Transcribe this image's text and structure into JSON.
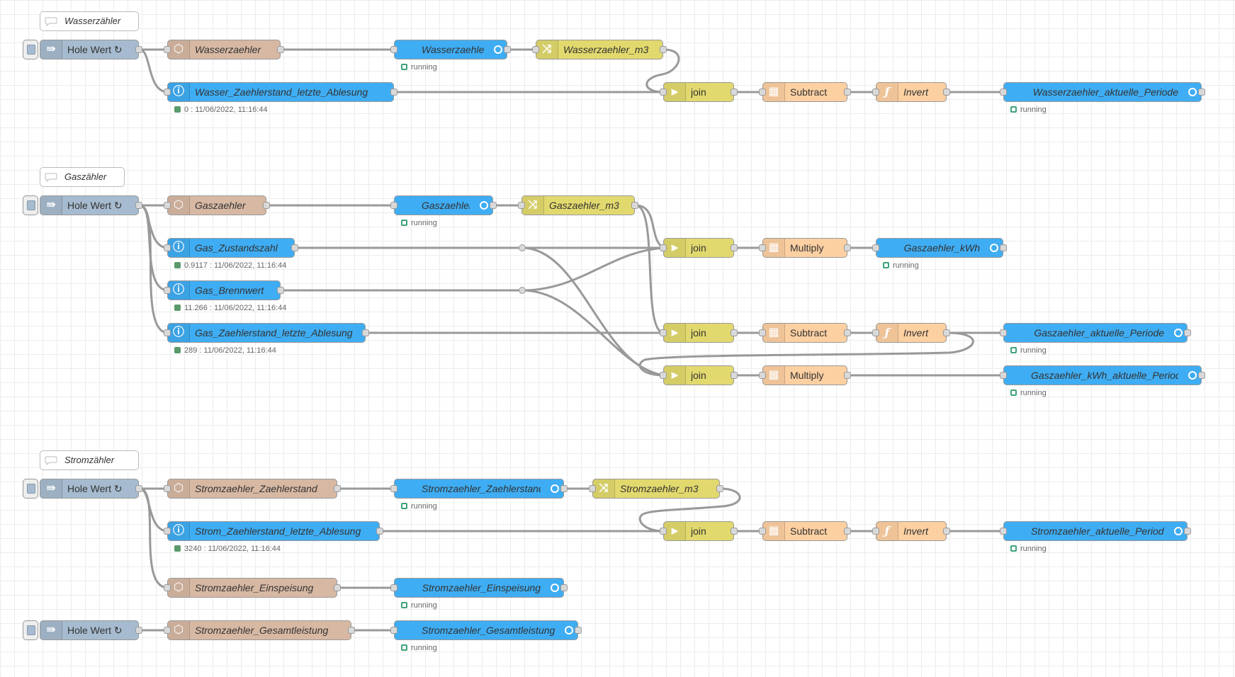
{
  "colors": {
    "inject": "#a6bbcf",
    "ha_entity": "#3fadf3",
    "ha_server": "#d7b8a3",
    "change": "#e2d96e",
    "join": "#e2d96e",
    "calc": "#fdd0a2",
    "function": "#fdd0a2",
    "status_green": "#5a9a6b",
    "status_ring": "#3fa37a"
  },
  "comments": [
    {
      "label": "Wasserzähler",
      "icon": "comment-icon"
    },
    {
      "label": "Gaszähler",
      "icon": "comment-icon"
    },
    {
      "label": "Stromzähler",
      "icon": "comment-icon"
    }
  ],
  "nodes": {
    "w_inject": {
      "label": "Hole Wert ↻",
      "icon": "inject-arrow-icon"
    },
    "w_get": {
      "label": "Wasserzaehler",
      "icon": "ha-get-icon"
    },
    "w_entity": {
      "label": "Wasserzaehler",
      "status": "running"
    },
    "w_change": {
      "label": "Wasserzaehler_m3",
      "icon": "change-icon"
    },
    "w_last": {
      "label": "Wasser_Zaehlerstand_letzte_Ablesung",
      "icon": "info-icon",
      "status": "0 : 11/06/2022, 11:16:44"
    },
    "w_join": {
      "label": "join",
      "icon": "join-icon"
    },
    "w_sub": {
      "label": "Subtract",
      "icon": "calculator-icon"
    },
    "w_inv": {
      "label": "Invert",
      "icon": "function-icon"
    },
    "w_out": {
      "label": "Wasserzaehler_aktuelle_Periode",
      "status": "running"
    },
    "g_inject": {
      "label": "Hole Wert ↻",
      "icon": "inject-arrow-icon"
    },
    "g_get": {
      "label": "Gaszaehler",
      "icon": "ha-get-icon"
    },
    "g_entity": {
      "label": "Gaszaehler",
      "status": "running"
    },
    "g_change": {
      "label": "Gaszaehler_m3",
      "icon": "change-icon"
    },
    "g_zust": {
      "label": "Gas_Zustandszahl",
      "icon": "info-icon",
      "status": "0.9117 : 11/06/2022, 11:16:44"
    },
    "g_brenn": {
      "label": "Gas_Brennwert",
      "icon": "info-icon",
      "status": "11.266 : 11/06/2022, 11:16:44"
    },
    "g_last": {
      "label": "Gas_Zaehlerstand_letzte_Ablesung",
      "icon": "info-icon",
      "status": "289 : 11/06/2022, 11:16:44"
    },
    "g_join1": {
      "label": "join",
      "icon": "join-icon"
    },
    "g_mul1": {
      "label": "Multiply",
      "icon": "calculator-icon"
    },
    "g_kwh": {
      "label": "Gaszaehler_kWh",
      "status": "running"
    },
    "g_join2": {
      "label": "join",
      "icon": "join-icon"
    },
    "g_sub": {
      "label": "Subtract",
      "icon": "calculator-icon"
    },
    "g_inv": {
      "label": "Invert",
      "icon": "function-icon"
    },
    "g_out": {
      "label": "Gaszaehler_aktuelle_Periode",
      "status": "running"
    },
    "g_join3": {
      "label": "join",
      "icon": "join-icon"
    },
    "g_mul2": {
      "label": "Multiply",
      "icon": "calculator-icon"
    },
    "g_kwh_out": {
      "label": "Gaszaehler_kWh_aktuelle_Periode",
      "status": "running"
    },
    "s_inject": {
      "label": "Hole Wert ↻",
      "icon": "inject-arrow-icon"
    },
    "s_get": {
      "label": "Stromzaehler_Zaehlerstand",
      "icon": "ha-get-icon"
    },
    "s_entity": {
      "label": "Stromzaehler_Zaehlerstand",
      "status": "running"
    },
    "s_change": {
      "label": "Stromzaehler_m3",
      "icon": "change-icon"
    },
    "s_last": {
      "label": "Strom_Zaehlerstand_letzte_Ablesung",
      "icon": "info-icon",
      "status": "3240 : 11/06/2022, 11:16:44"
    },
    "s_join": {
      "label": "join",
      "icon": "join-icon"
    },
    "s_sub": {
      "label": "Subtract",
      "icon": "calculator-icon"
    },
    "s_inv": {
      "label": "Invert",
      "icon": "function-icon"
    },
    "s_out": {
      "label": "Stromzaehler_aktuelle_Periode",
      "status": "running"
    },
    "s_einsp_get": {
      "label": "Stromzaehler_Einspeisung",
      "icon": "ha-get-icon"
    },
    "s_einsp": {
      "label": "Stromzaehler_Einspeisung",
      "status": "running"
    },
    "t_inject": {
      "label": "Hole Wert ↻",
      "icon": "inject-arrow-icon"
    },
    "t_get": {
      "label": "Stromzaehler_Gesamtleistung",
      "icon": "ha-get-icon"
    },
    "t_entity": {
      "label": "Stromzaehler_Gesamtleistung",
      "status": "running"
    }
  }
}
